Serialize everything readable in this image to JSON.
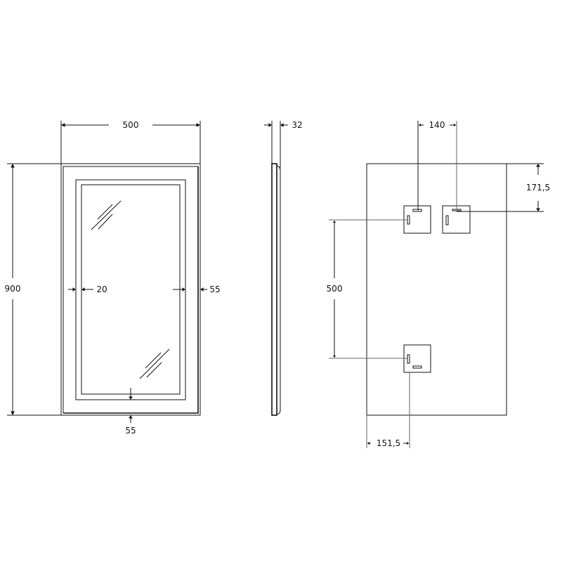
{
  "views": {
    "front": {
      "width_label": "500",
      "height_label": "900",
      "inner_gap_label": "20",
      "side_frame_label": "55",
      "bottom_frame_label": "55"
    },
    "side": {
      "depth_label": "32"
    },
    "back": {
      "bracket_spacing_label": "140",
      "top_offset_label": "171,5",
      "vertical_spacing_label": "500",
      "left_offset_label": "151,5"
    }
  },
  "colors": {
    "line": "#111111",
    "background": "#ffffff"
  }
}
